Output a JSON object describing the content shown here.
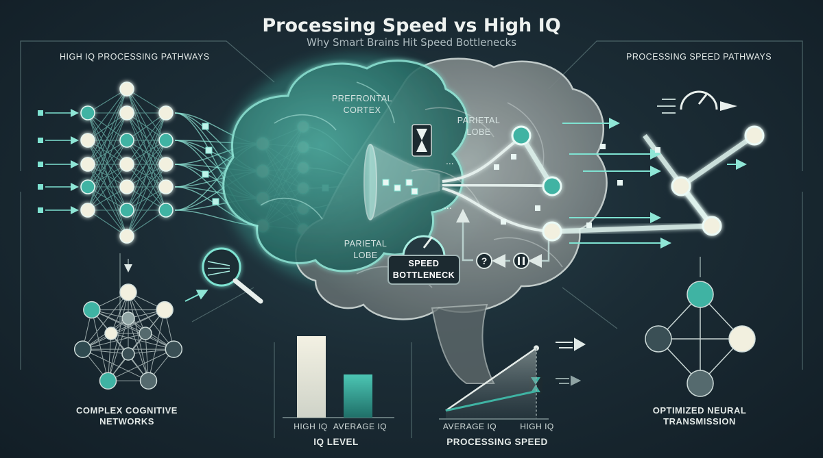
{
  "header": {
    "title": "Processing Speed vs High IQ",
    "subtitle": "Why Smart Brains Hit Speed Bottlenecks"
  },
  "left_panel": {
    "heading": "HIGH IQ PROCESSING PATHWAYS",
    "caption_line1": "COMPLEX COGNITIVE",
    "caption_line2": "NETWORKS"
  },
  "right_panel": {
    "heading": "PROCESSING SPEED PATHWAYS",
    "caption_line1": "OPTIMIZED NEURAL",
    "caption_line2": "TRANSMISSION"
  },
  "brain": {
    "prefrontal_line1": "PREFRONTAL",
    "prefrontal_line2": "CORTEX",
    "parietal_upper_line1": "PARIETAL",
    "parietal_upper_line2": "LOBE",
    "parietal_lower_line1": "PARIETAL",
    "parietal_lower_line2": "LOBE",
    "bottleneck_line1": "SPEED",
    "bottleneck_line2": "BOTTLENECK"
  },
  "chart_data": [
    {
      "type": "bar",
      "categories": [
        "HIGH IQ",
        "AVERAGE IQ"
      ],
      "values": [
        0.85,
        0.45
      ],
      "xlabel": "IQ LEVEL",
      "ylabel": "",
      "ylim": [
        0,
        1
      ],
      "colors": [
        "#efeee0",
        "#3fb3a3"
      ]
    },
    {
      "type": "line",
      "x": [
        "AVERAGE IQ",
        "HIGH IQ"
      ],
      "series": [
        {
          "values": [
            0.05,
            0.92
          ]
        },
        {
          "values": [
            0.05,
            0.32
          ]
        }
      ],
      "xlabel": "PROCESSING SPEED",
      "ylabel": "",
      "ylim": [
        0,
        1
      ]
    }
  ],
  "colors": {
    "background": "#1b2c35",
    "accent_teal": "#3fb3a3",
    "glow_teal": "#7fe3d2",
    "node_light": "#f2f0df",
    "brain_gray": "#8b9799"
  },
  "icons": [
    "magnifier-icon",
    "hourglass-icon",
    "speedometer-icon",
    "question-icon",
    "pause-icon",
    "speed-arrow-icon"
  ]
}
